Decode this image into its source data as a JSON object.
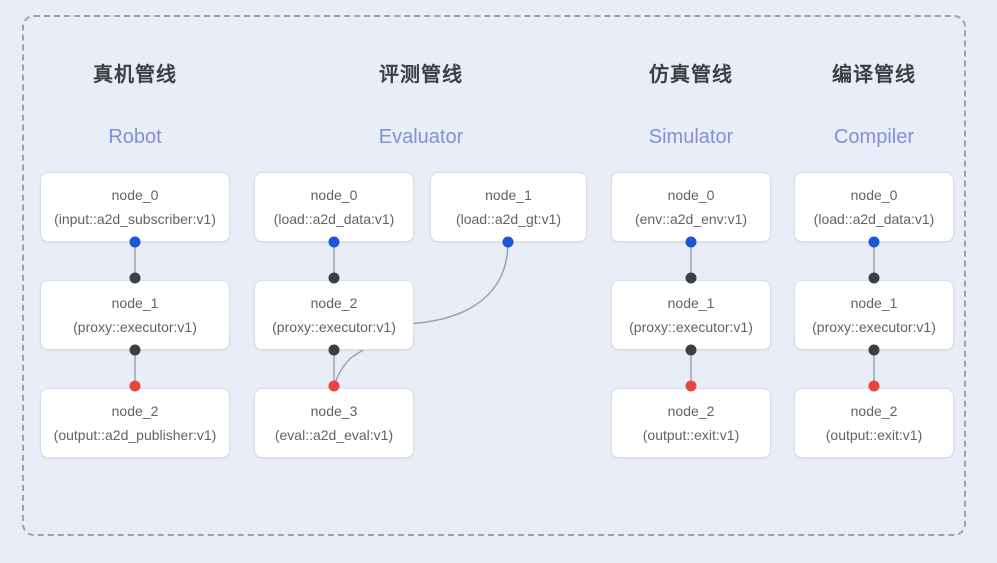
{
  "diagram": {
    "background_color": "#e9edf8",
    "frame_border_color": "#9aa3b5",
    "accent_colors": {
      "input_port": "#1a56d6",
      "mid_port": "#3c4043",
      "output_port": "#e8453c",
      "edge": "#9aa0a6",
      "subtitle": "#7f92d6",
      "node_border": "#dadce0",
      "node_bg": "#ffffff"
    }
  },
  "columns": [
    {
      "title_cn": "真机管线",
      "title_en": "Robot",
      "nodes": [
        {
          "name": "node_0",
          "type": "(input::a2d_subscriber:v1)"
        },
        {
          "name": "node_1",
          "type": "(proxy::executor:v1)"
        },
        {
          "name": "node_2",
          "type": "(output::a2d_publisher:v1)"
        }
      ]
    },
    {
      "title_cn": "评测管线",
      "title_en": "Evaluator",
      "nodes": [
        {
          "name": "node_0",
          "type": "(load::a2d_data:v1)"
        },
        {
          "name": "node_1",
          "type": "(load::a2d_gt:v1)"
        },
        {
          "name": "node_2",
          "type": "(proxy::executor:v1)"
        },
        {
          "name": "node_3",
          "type": "(eval::a2d_eval:v1)"
        }
      ]
    },
    {
      "title_cn": "仿真管线",
      "title_en": "Simulator",
      "nodes": [
        {
          "name": "node_0",
          "type": "(env::a2d_env:v1)"
        },
        {
          "name": "node_1",
          "type": "(proxy::executor:v1)"
        },
        {
          "name": "node_2",
          "type": "(output::exit:v1)"
        }
      ]
    },
    {
      "title_cn": "编译管线",
      "title_en": "Compiler",
      "nodes": [
        {
          "name": "node_0",
          "type": "(load::a2d_data:v1)"
        },
        {
          "name": "node_1",
          "type": "(proxy::executor:v1)"
        },
        {
          "name": "node_2",
          "type": "(output::exit:v1)"
        }
      ]
    }
  ]
}
